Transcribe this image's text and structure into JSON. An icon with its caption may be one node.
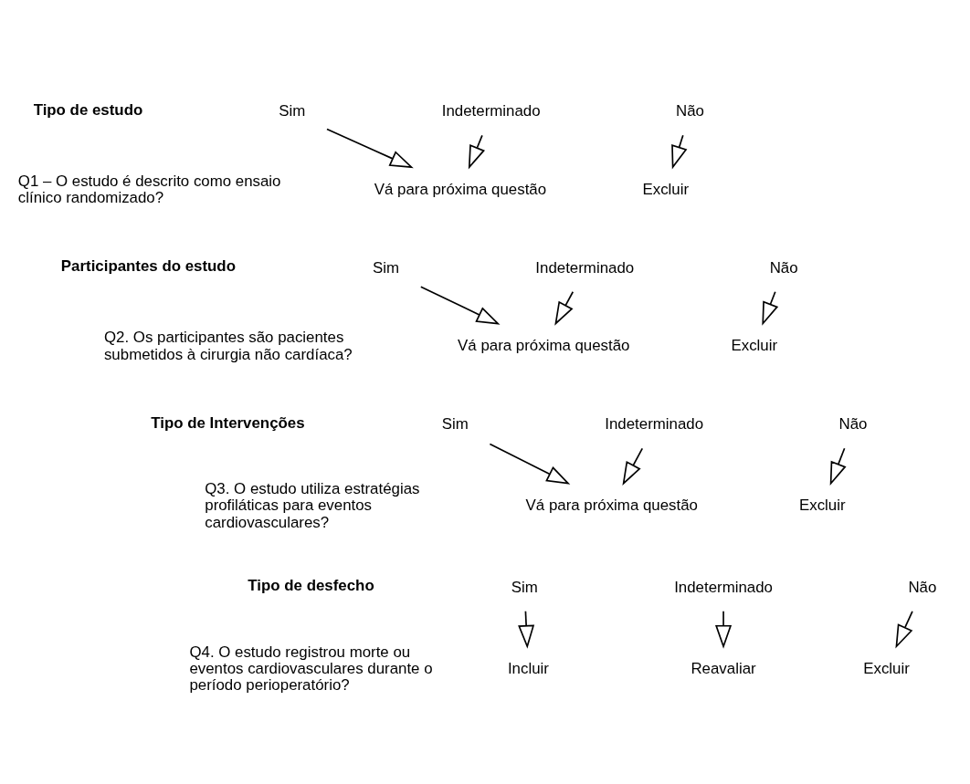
{
  "diagram": {
    "nodes": [
      {
        "text": [
          "Sim"
        ]
      },
      {
        "text": [
          "Indeterminado"
        ]
      },
      {
        "text": [
          "Não"
        ]
      },
      {
        "text": [
          "Vá para próxima questão"
        ]
      },
      {
        "text": [
          "Excluir"
        ]
      },
      {
        "text": [
          "Sim"
        ]
      },
      {
        "text": [
          "Indeterminado"
        ]
      },
      {
        "text": [
          "Não"
        ]
      },
      {
        "text": [
          "Vá para próxima questão"
        ]
      },
      {
        "text": [
          "Excluir"
        ]
      },
      {
        "text": [
          "Sim"
        ]
      },
      {
        "text": [
          "Indeterminado"
        ]
      },
      {
        "text": [
          "Não"
        ]
      },
      {
        "text": [
          "Vá para próxima questão"
        ]
      },
      {
        "text": [
          "Excluir"
        ]
      },
      {
        "text": [
          "Sim"
        ]
      },
      {
        "text": [
          "Indeterminado"
        ]
      },
      {
        "text": [
          "Não"
        ]
      },
      {
        "text": [
          "Incluir"
        ]
      },
      {
        "text": [
          "Reavaliar"
        ]
      },
      {
        "text": [
          "Excluir"
        ]
      }
    ],
    "edges": [
      {
        "from": 0,
        "to": 3,
        "arrow": "to"
      },
      {
        "from": 1,
        "to": 3,
        "arrow": "to"
      },
      {
        "from": 2,
        "to": 4,
        "arrow": "to"
      },
      {
        "from": 5,
        "to": 8,
        "arrow": "to"
      },
      {
        "from": 6,
        "to": 8,
        "arrow": "to"
      },
      {
        "from": 7,
        "to": 9,
        "arrow": "to"
      },
      {
        "from": 10,
        "to": 13,
        "arrow": "to"
      },
      {
        "from": 11,
        "to": 13,
        "arrow": "to"
      },
      {
        "from": 12,
        "to": 14,
        "arrow": "to"
      },
      {
        "from": 15,
        "to": 18,
        "arrow": "to"
      },
      {
        "from": 16,
        "to": 19,
        "arrow": "to"
      },
      {
        "from": 17,
        "to": 20,
        "arrow": "to"
      }
    ],
    "labels": [
      "Tipo de estudo",
      "Q1 – O estudo é descrito como ensaio clínico randomizado?",
      "Participantes do estudo",
      "Q2. Os participantes são pacientes submetidos à cirurgia não cardíaca?",
      "Tipo de Intervenções",
      "Q3. O estudo utiliza estratégias profiláticas para eventos cardiovasculares?",
      "Tipo de desfecho",
      "Q4. O estudo registrou morte ou eventos cardiovasculares durante o período perioperatório?"
    ]
  }
}
